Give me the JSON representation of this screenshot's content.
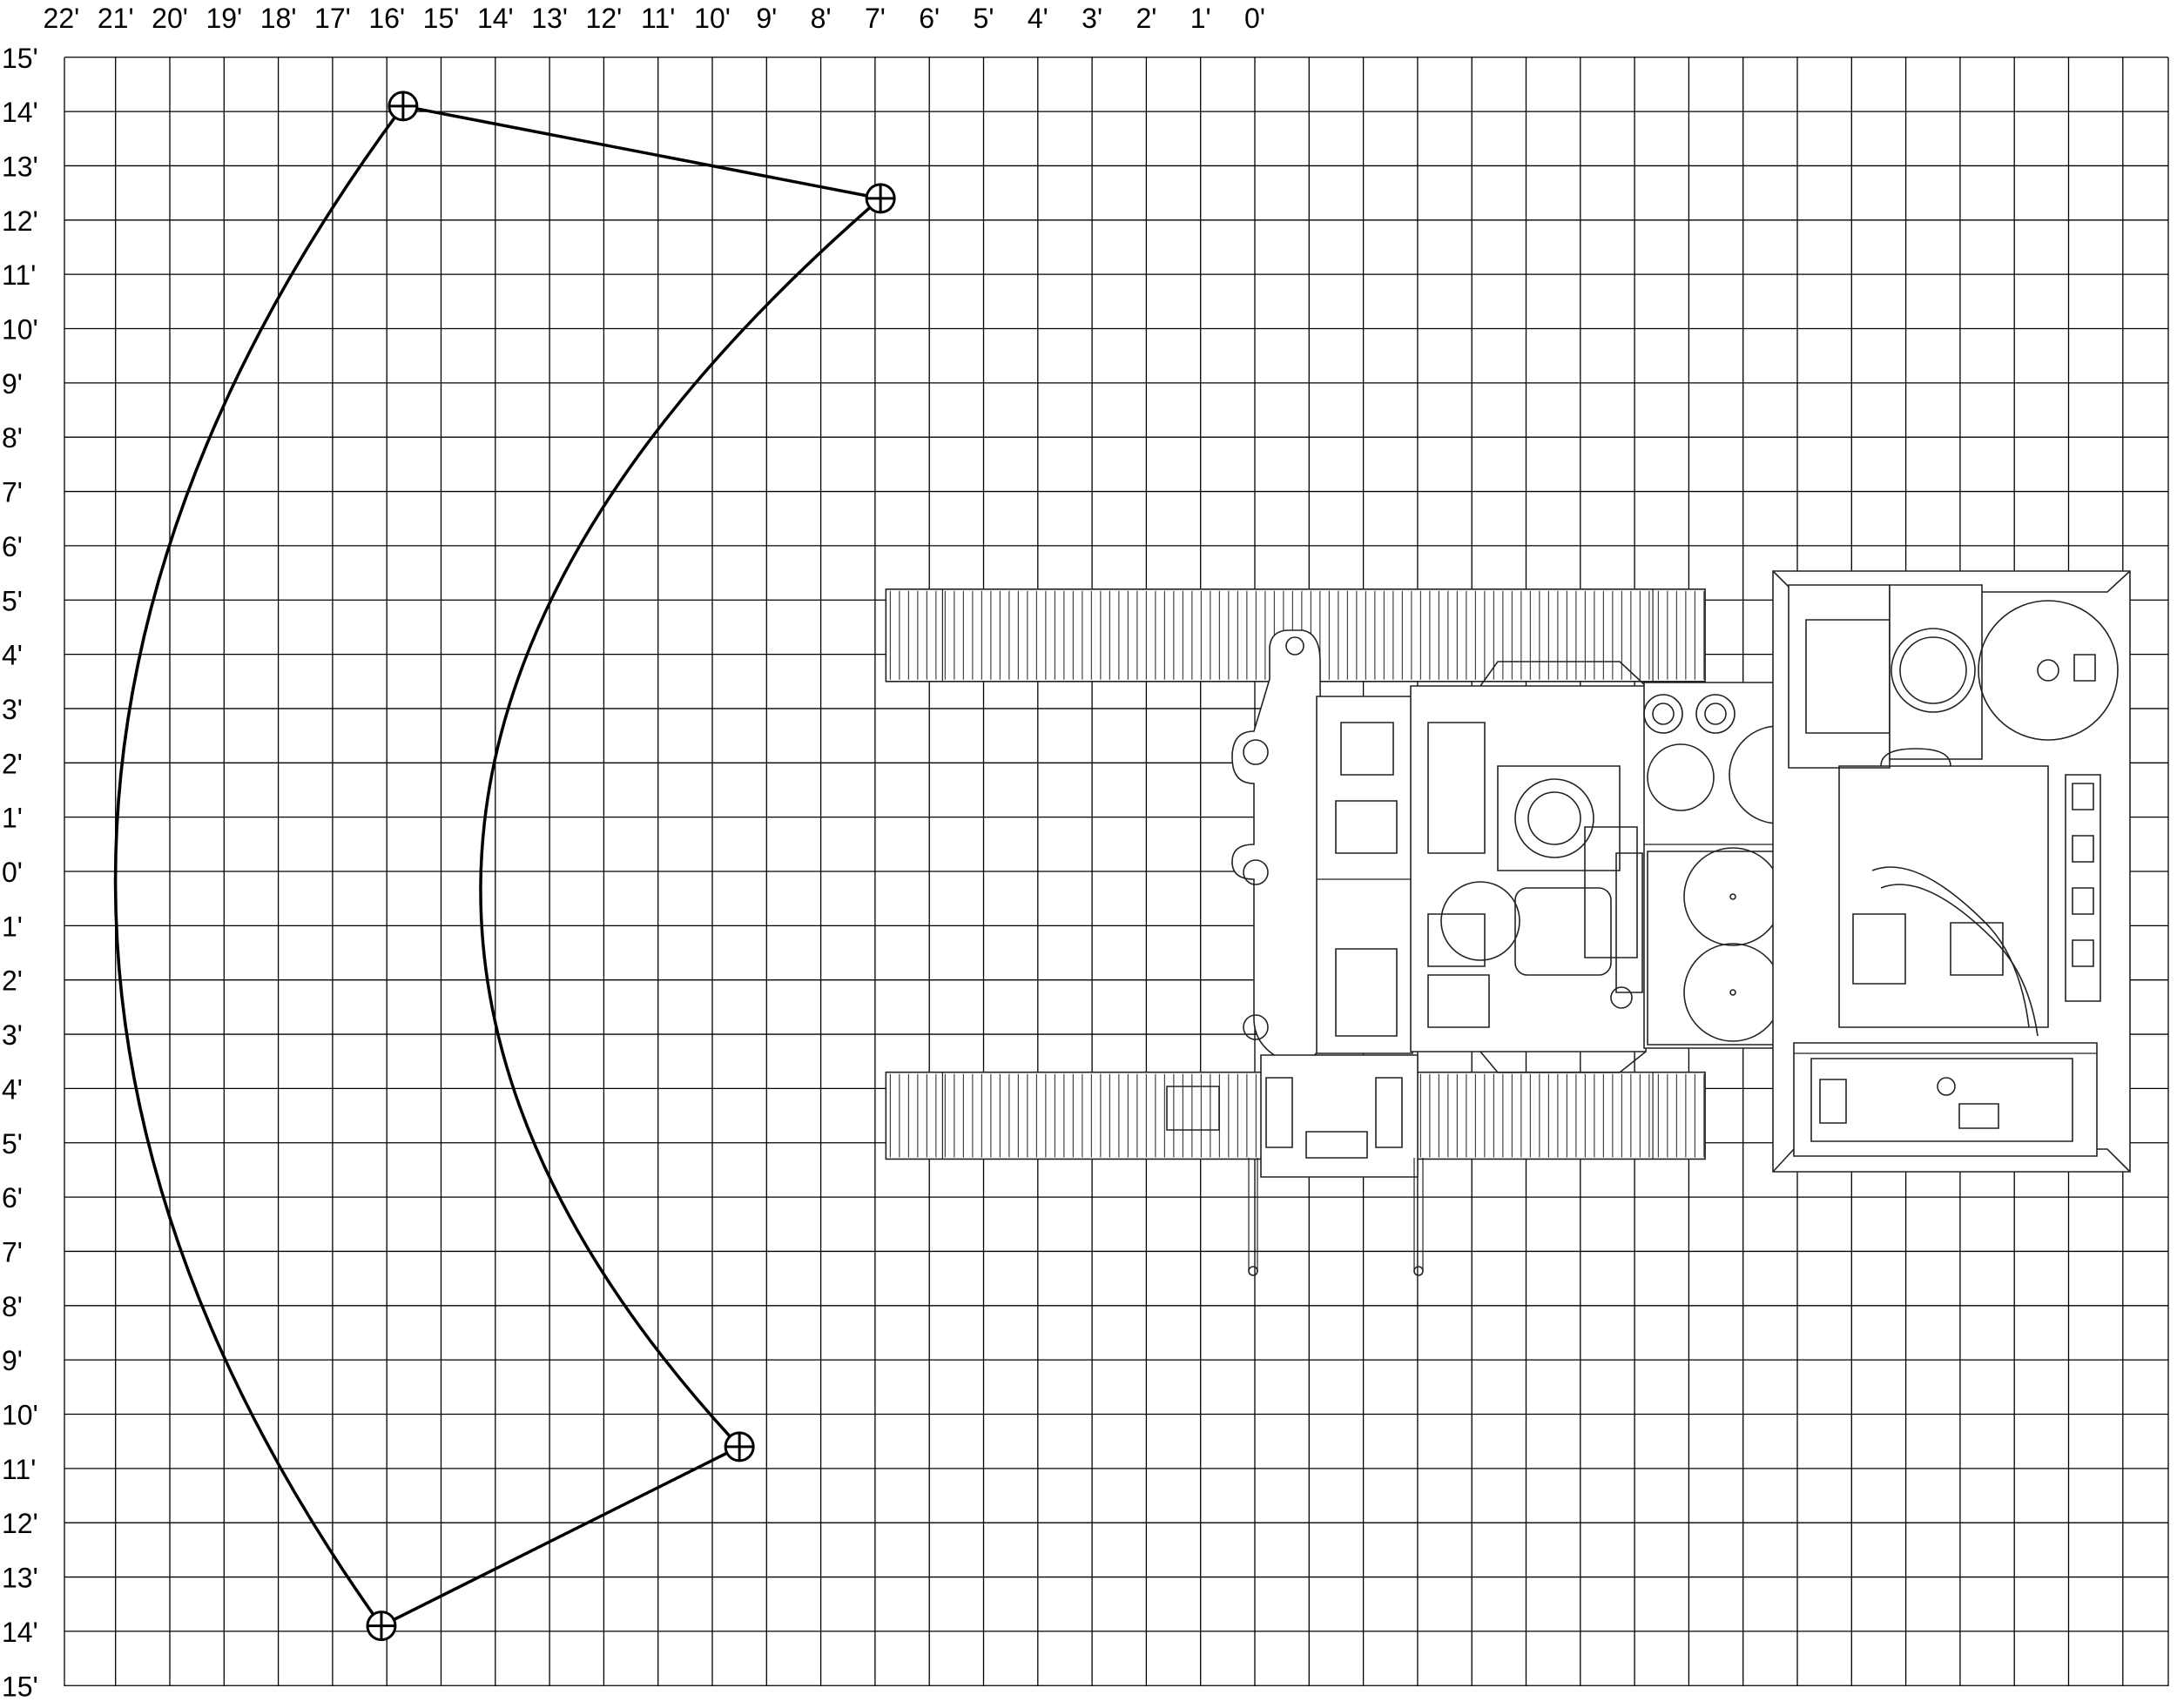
{
  "x_axis": {
    "ticks": [
      "22'",
      "21'",
      "20'",
      "19'",
      "18'",
      "17'",
      "16'",
      "15'",
      "14'",
      "13'",
      "12'",
      "11'",
      "10'",
      "9'",
      "8'",
      "7'",
      "6'",
      "5'",
      "4'",
      "3'",
      "2'",
      "1'",
      "0'"
    ]
  },
  "y_axis": {
    "ticks": [
      "15'",
      "14'",
      "13'",
      "12'",
      "11'",
      "10'",
      "9'",
      "8'",
      "7'",
      "6'",
      "5'",
      "4'",
      "3'",
      "2'",
      "1'",
      "0'",
      "1'",
      "2'",
      "3'",
      "4'",
      "5'",
      "6'",
      "7'",
      "8'",
      "9'",
      "10'",
      "11'",
      "12'",
      "13'",
      "14'",
      "15'"
    ]
  },
  "grid": {
    "x_range_ft": [
      -23,
      17
    ],
    "y_range_ft": [
      -15,
      15
    ],
    "spacing_ft": 1
  },
  "working_envelope": {
    "unit": "ft",
    "points": [
      {
        "name": "upper-outer-pivot",
        "x": -15.7,
        "y": 14.1
      },
      {
        "name": "upper-inner-pivot",
        "x": -6.9,
        "y": 12.4
      },
      {
        "name": "lower-inner-pivot",
        "x": -9.5,
        "y": -10.6
      },
      {
        "name": "lower-outer-pivot",
        "x": -16.1,
        "y": -13.9
      }
    ],
    "outer_arc_apex_x": -21.0,
    "inner_arc_apex_x": -14.2
  },
  "machine": {
    "view": "top",
    "tracks": [
      {
        "x0": -6.8,
        "x1": 8.3,
        "y0": 3.5,
        "y1": 5.2
      },
      {
        "x0": -6.8,
        "x1": 8.3,
        "y0": -5.3,
        "y1": -3.7
      }
    ]
  }
}
